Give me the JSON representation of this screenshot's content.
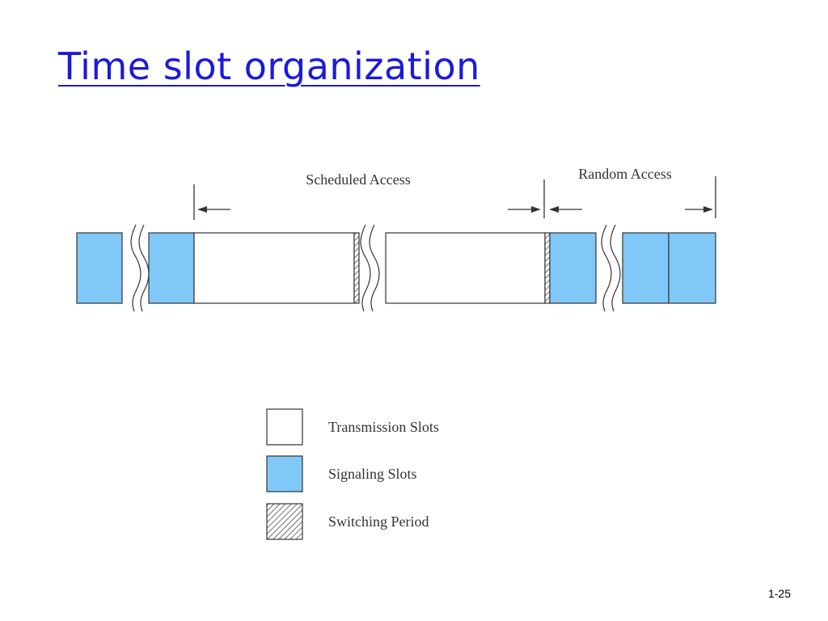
{
  "slide": {
    "title": "Time slot organization",
    "page_number": "1-25"
  },
  "diagram": {
    "labels": {
      "scheduled_access": "Scheduled Access",
      "random_access": "Random Access"
    },
    "slot_sequence": [
      "signaling",
      "break",
      "signaling",
      "transmission",
      "switching",
      "break",
      "transmission",
      "switching",
      "signaling",
      "break",
      "signaling",
      "signaling"
    ],
    "legend": [
      {
        "kind": "transmission",
        "label": "Transmission Slots"
      },
      {
        "kind": "signaling",
        "label": "Signaling Slots"
      },
      {
        "kind": "switching",
        "label": "Switching Period"
      }
    ],
    "colors": {
      "signaling": "#80c8f8",
      "transmission": "#ffffff",
      "outline": "#333333",
      "title": "#1a1adb"
    }
  }
}
